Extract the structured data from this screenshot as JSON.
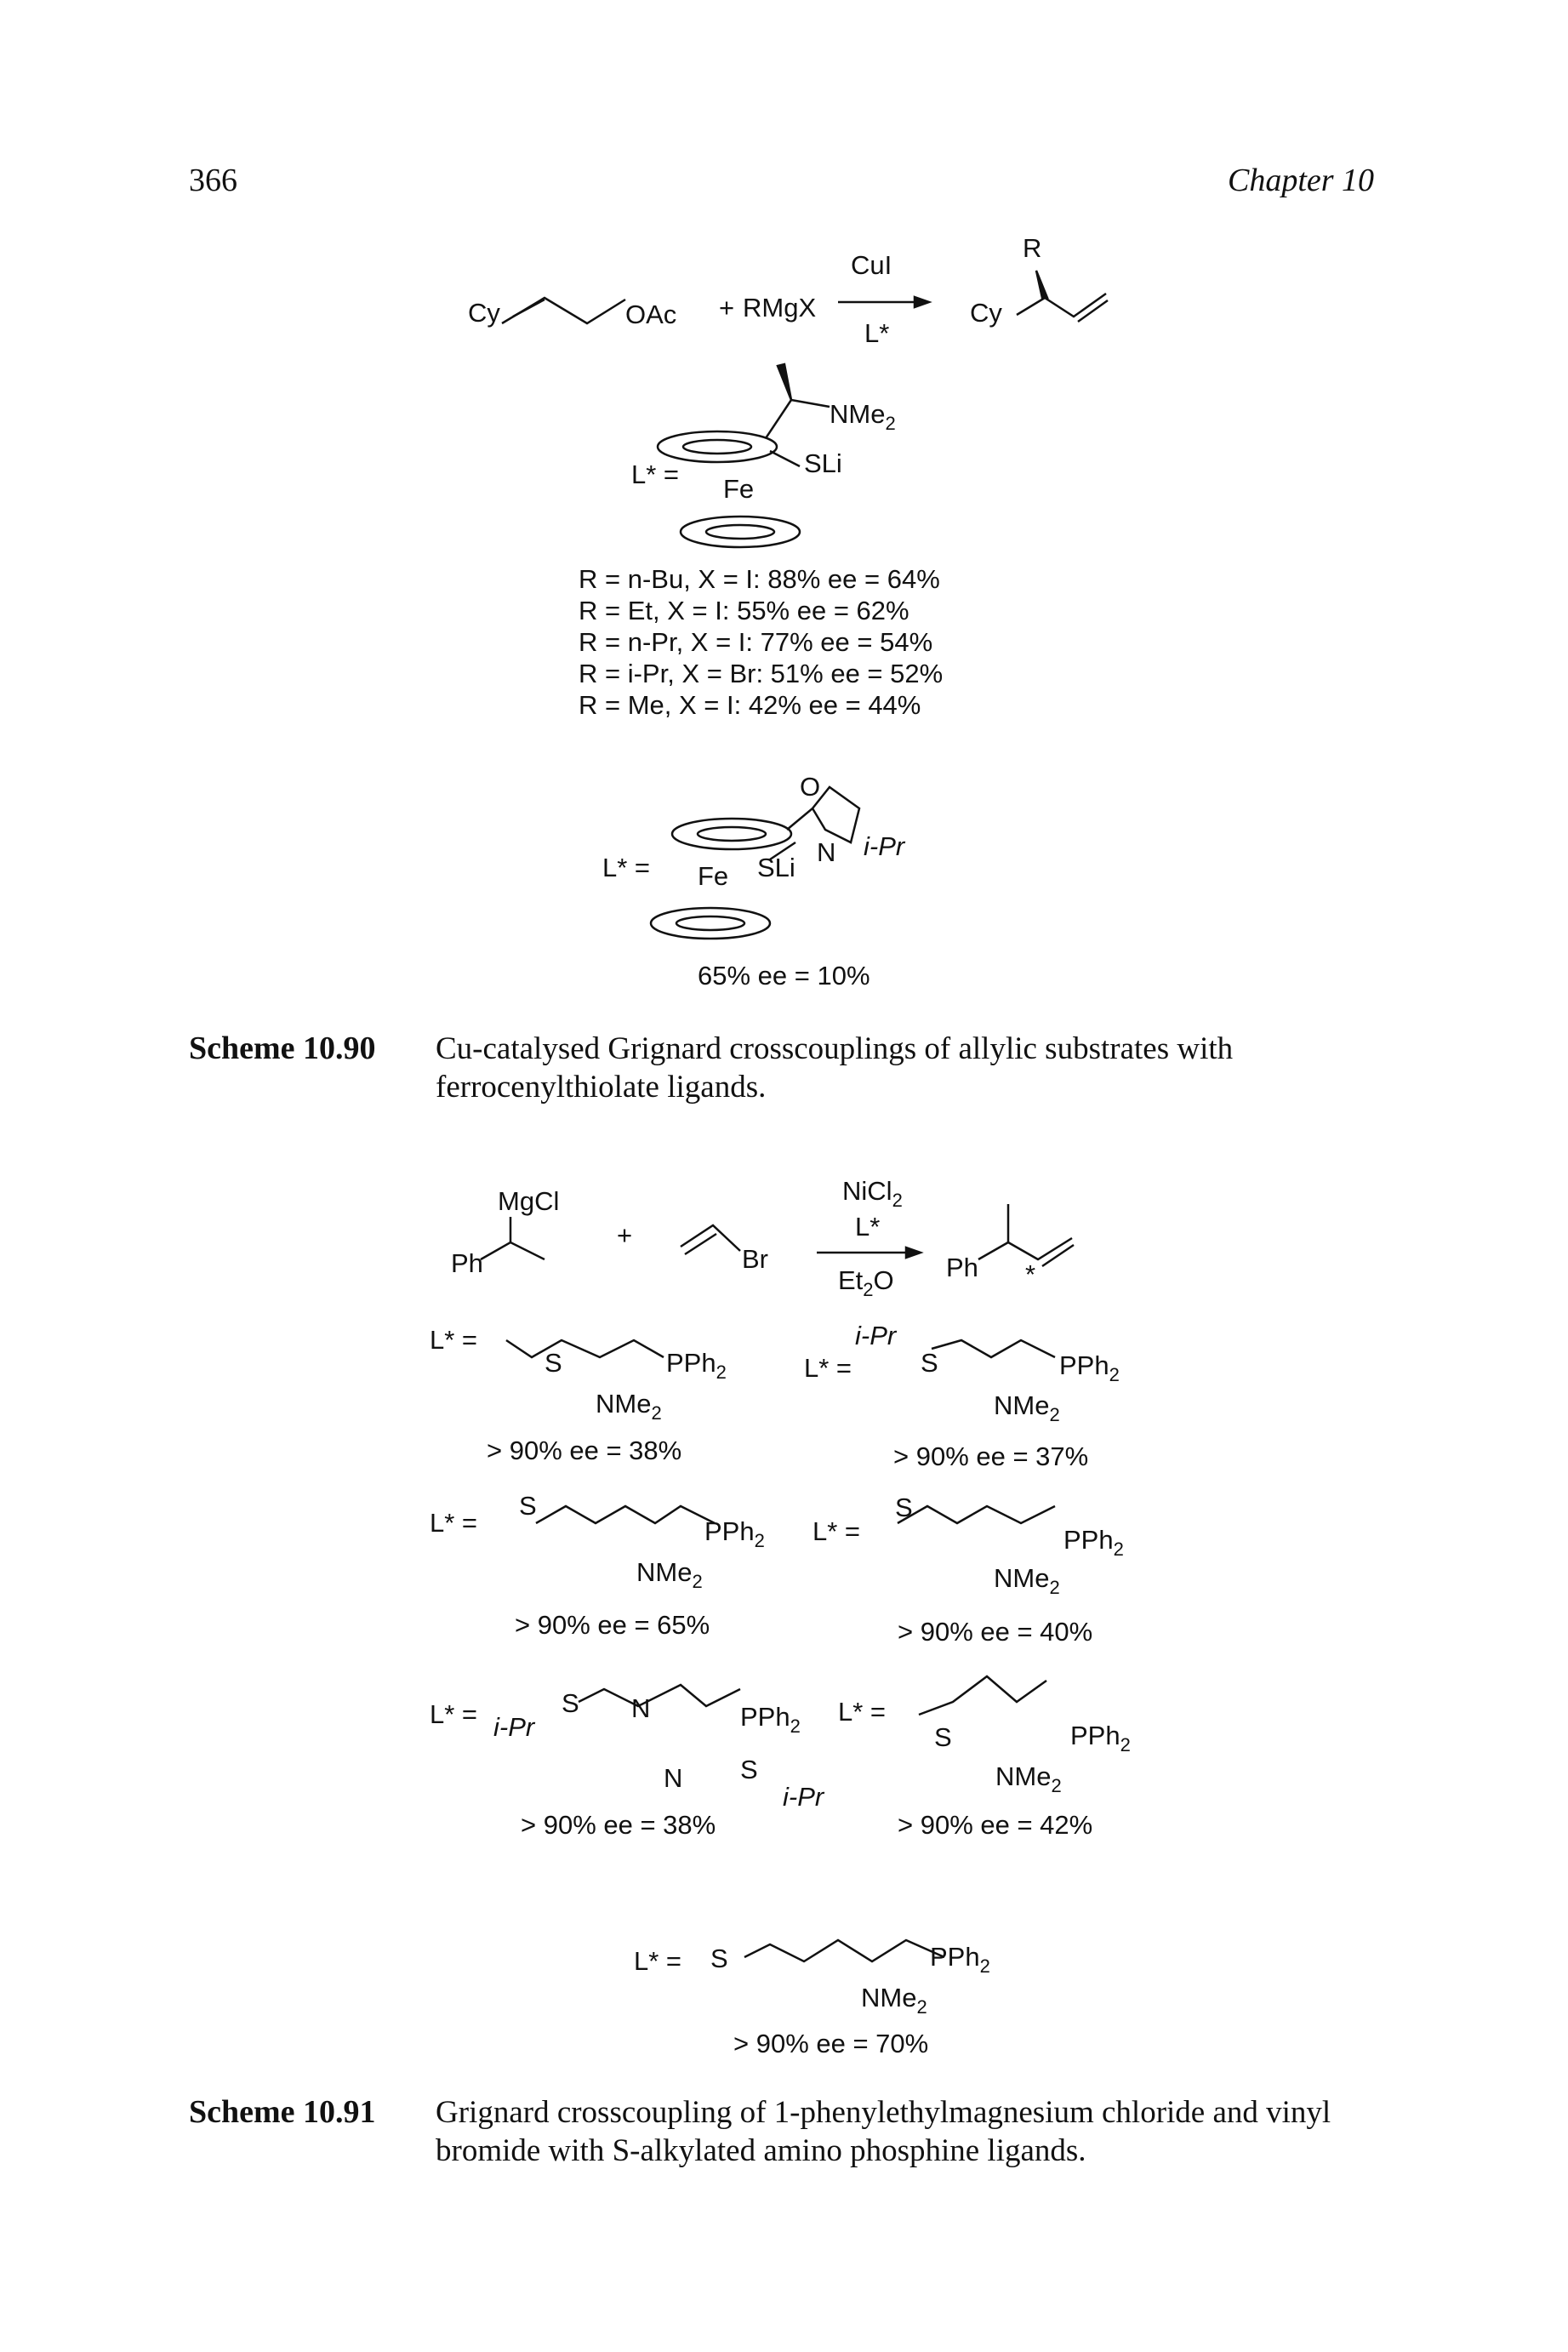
{
  "header": {
    "page_number": "366",
    "chapter": "Chapter 10"
  },
  "scheme_90": {
    "reaction": {
      "substrate_left": "Cy",
      "substrate_right": "OAc",
      "plus": "+",
      "reagent": "RMgX",
      "catalyst": "CuI",
      "ligand": "L*",
      "product_r": "R",
      "product_cy": "Cy"
    },
    "ligand1": {
      "prefix": "L* =",
      "nme2": "NMe",
      "nme2_sub": "2",
      "sli": "SLi",
      "fe": "Fe"
    },
    "results": [
      "R = n-Bu, X = I: 88% ee = 64%",
      "R = Et, X = I: 55% ee = 62%",
      "R = n-Pr, X = I: 77% ee = 54%",
      "R = i-Pr, X = Br: 51% ee = 52%",
      "R = Me, X = I: 42% ee = 44%"
    ],
    "ligand2": {
      "prefix": "L* =",
      "o": "O",
      "n": "N",
      "ipr": "i-Pr",
      "sli": "SLi",
      "fe": "Fe",
      "result": "65% ee = 10%"
    },
    "caption_label": "Scheme 10.90",
    "caption_text": "Cu-catalysed Grignard crosscouplings of allylic substrates with ferrocenylthiolate ligands."
  },
  "scheme_91": {
    "reaction": {
      "mgcl": "MgCl",
      "ph": "Ph",
      "plus": "+",
      "br": "Br",
      "catalyst": "NiCl",
      "catalyst_sub": "2",
      "ligand": "L*",
      "solvent": "Et",
      "solvent_sub": "2",
      "solvent_tail": "O",
      "product_ph": "Ph",
      "star": "*"
    },
    "ligands": [
      {
        "prefix": "L* =",
        "result": "> 90% ee = 38%"
      },
      {
        "prefix": "L* =",
        "result": "> 90% ee = 37%"
      },
      {
        "prefix": "L* =",
        "result": "> 90% ee = 65%"
      },
      {
        "prefix": "L* =",
        "result": "> 90% ee = 40%"
      },
      {
        "prefix": "L* =",
        "result": "> 90% ee = 38%"
      },
      {
        "prefix": "L* =",
        "result": "> 90% ee = 42%"
      },
      {
        "prefix": "L* =",
        "result": "> 90% ee = 70%"
      }
    ],
    "labels": {
      "s": "S",
      "pph2": "PPh",
      "pph2_sub": "2",
      "nme2": "NMe",
      "nme2_sub": "2",
      "n": "N",
      "ipr": "i-Pr"
    },
    "caption_label": "Scheme 10.91",
    "caption_text": "Grignard crosscoupling of 1-phenylethylmagnesium chloride and vinyl bromide with S-alkylated amino phosphine ligands."
  }
}
